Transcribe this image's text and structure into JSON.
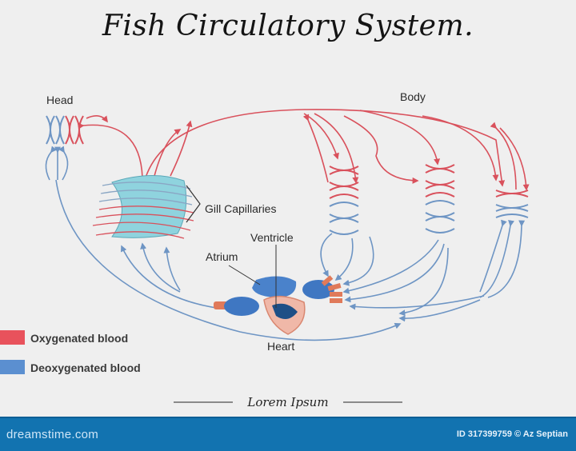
{
  "title": "Fish Circulatory System.",
  "labels": {
    "head": "Head",
    "body": "Body",
    "gill_capillaries": "Gill Capillaries",
    "ventricle": "Ventricle",
    "atrium": "Atrium",
    "heart": "Heart"
  },
  "legend": [
    {
      "label": "Oxygenated blood",
      "color": "#e8525c"
    },
    {
      "label": "Deoxygenated blood",
      "color": "#5b8fd0"
    }
  ],
  "colors": {
    "oxygenated": "#d9515c",
    "deoxygenated": "#6e95c4",
    "gill_tissue": "#8fd3de",
    "heart_blue": "#3f77c2",
    "heart_orange": "#e07a5a",
    "footer_bar": "#1273b0"
  },
  "caption": "Lorem Ipsum",
  "footer": {
    "brand": "dreamstime.com",
    "credit": "ID 317399759 © Az Septian"
  }
}
